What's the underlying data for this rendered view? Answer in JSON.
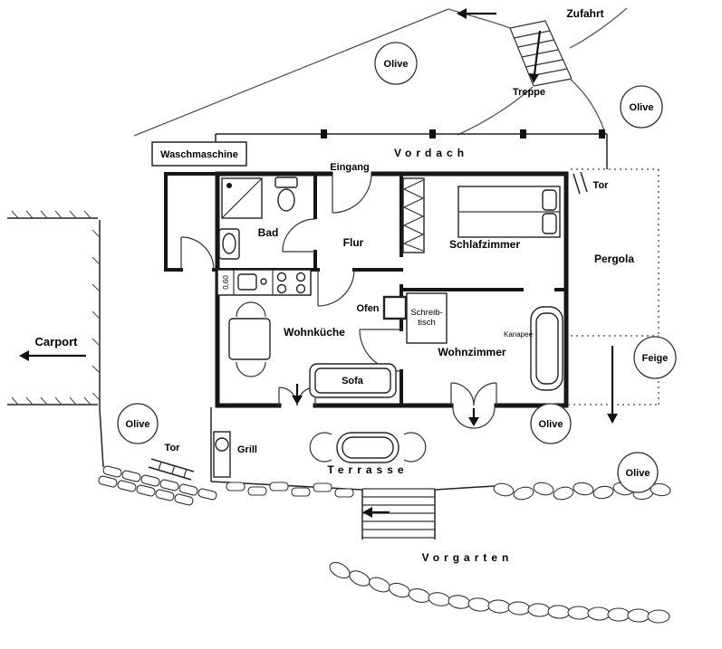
{
  "colors": {
    "ink": "#1a1a1a",
    "paper": "#ffffff",
    "terrain_line": "#555555"
  },
  "labels": {
    "zufahrt": "Zufahrt",
    "treppe": "Treppe",
    "olive": "Olive",
    "feige": "Feige",
    "vordach": "Vordach",
    "waschmaschine": "Waschmaschine",
    "eingang": "Eingang",
    "tor": "Tor",
    "bad": "Bad",
    "flur": "Flur",
    "schlafzimmer": "Schlafzimmer",
    "pergola": "Pergola",
    "ofen": "Ofen",
    "schreibtisch_line1": "Schreib-",
    "schreibtisch_line2": "tisch",
    "carport": "Carport",
    "wohnkueche": "Wohnküche",
    "wohnzimmer": "Wohnzimmer",
    "kanapee": "Kanapee",
    "sofa": "Sofa",
    "grill": "Grill",
    "terrasse": "Terrasse",
    "vorgarten": "Vorgarten",
    "counter_depth": "0,60"
  },
  "icons": {
    "zufahrt_arrow": "arrow-left",
    "treppe_arrow": "arrow-down",
    "carport_arrow": "arrow-left",
    "pergola_arrow": "arrow-down",
    "steps_arrow": "arrow-left",
    "kitchen_door_arrow": "arrow-down",
    "livingroom_door_arrow": "arrow-down"
  }
}
